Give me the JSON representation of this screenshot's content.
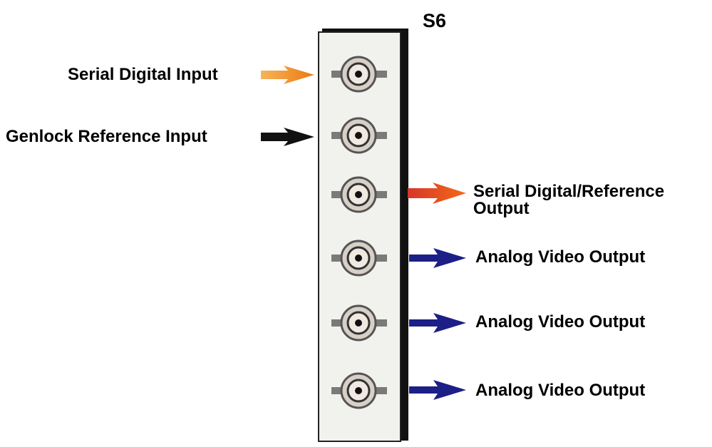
{
  "slot_label": "S6",
  "colors": {
    "orange_arrow": "#f08a1c",
    "black_arrow": "#111111",
    "red_arrow": "#e8461e",
    "blue_arrow": "#1c1f86",
    "bnc_outer": "#d9d2c8",
    "bnc_ring": "#6b6b6b"
  },
  "connectors": [
    {
      "label": "Serial Digital Input",
      "direction": "input",
      "arrow_color": "orange",
      "icon": "bnc-connector-icon"
    },
    {
      "label": "Genlock Reference Input",
      "direction": "input",
      "arrow_color": "black",
      "icon": "bnc-connector-icon"
    },
    {
      "label": "Serial Digital/Reference",
      "label_line2": "Output",
      "direction": "output",
      "arrow_color": "red",
      "icon": "bnc-connector-icon"
    },
    {
      "label": "Analog Video Output",
      "direction": "output",
      "arrow_color": "blue",
      "icon": "bnc-connector-icon"
    },
    {
      "label": "Analog Video Output",
      "direction": "output",
      "arrow_color": "blue",
      "icon": "bnc-connector-icon"
    },
    {
      "label": "Analog Video Output",
      "direction": "output",
      "arrow_color": "blue",
      "icon": "bnc-connector-icon"
    }
  ]
}
